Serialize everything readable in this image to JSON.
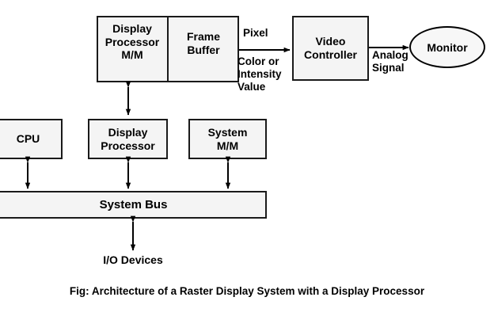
{
  "diagram": {
    "caption": "Fig: Architecture of a Raster Display System with a Display Processor",
    "nodes": {
      "display_processor_mm": "Display\nProcessor\nM/M",
      "frame_buffer": "Frame\nBuffer",
      "video_controller": "Video\nController",
      "monitor": "Monitor",
      "cpu": "CPU",
      "display_processor": "Display\nProcessor",
      "system_mm": "System\nM/M",
      "system_bus": "System Bus",
      "io_devices": "I/O Devices"
    },
    "edge_labels": {
      "pixel": "Pixel",
      "color_intensity": "Color or\nIntensity\nValue",
      "analog_signal": "Analog\nSignal"
    },
    "colors": {
      "box_fill": "#f4f4f4",
      "box_stroke": "#1a1a1a",
      "ellipse_fill": "#f7f7f7",
      "ellipse_stroke": "#000000",
      "text": "#000000",
      "background": "#ffffff"
    }
  }
}
